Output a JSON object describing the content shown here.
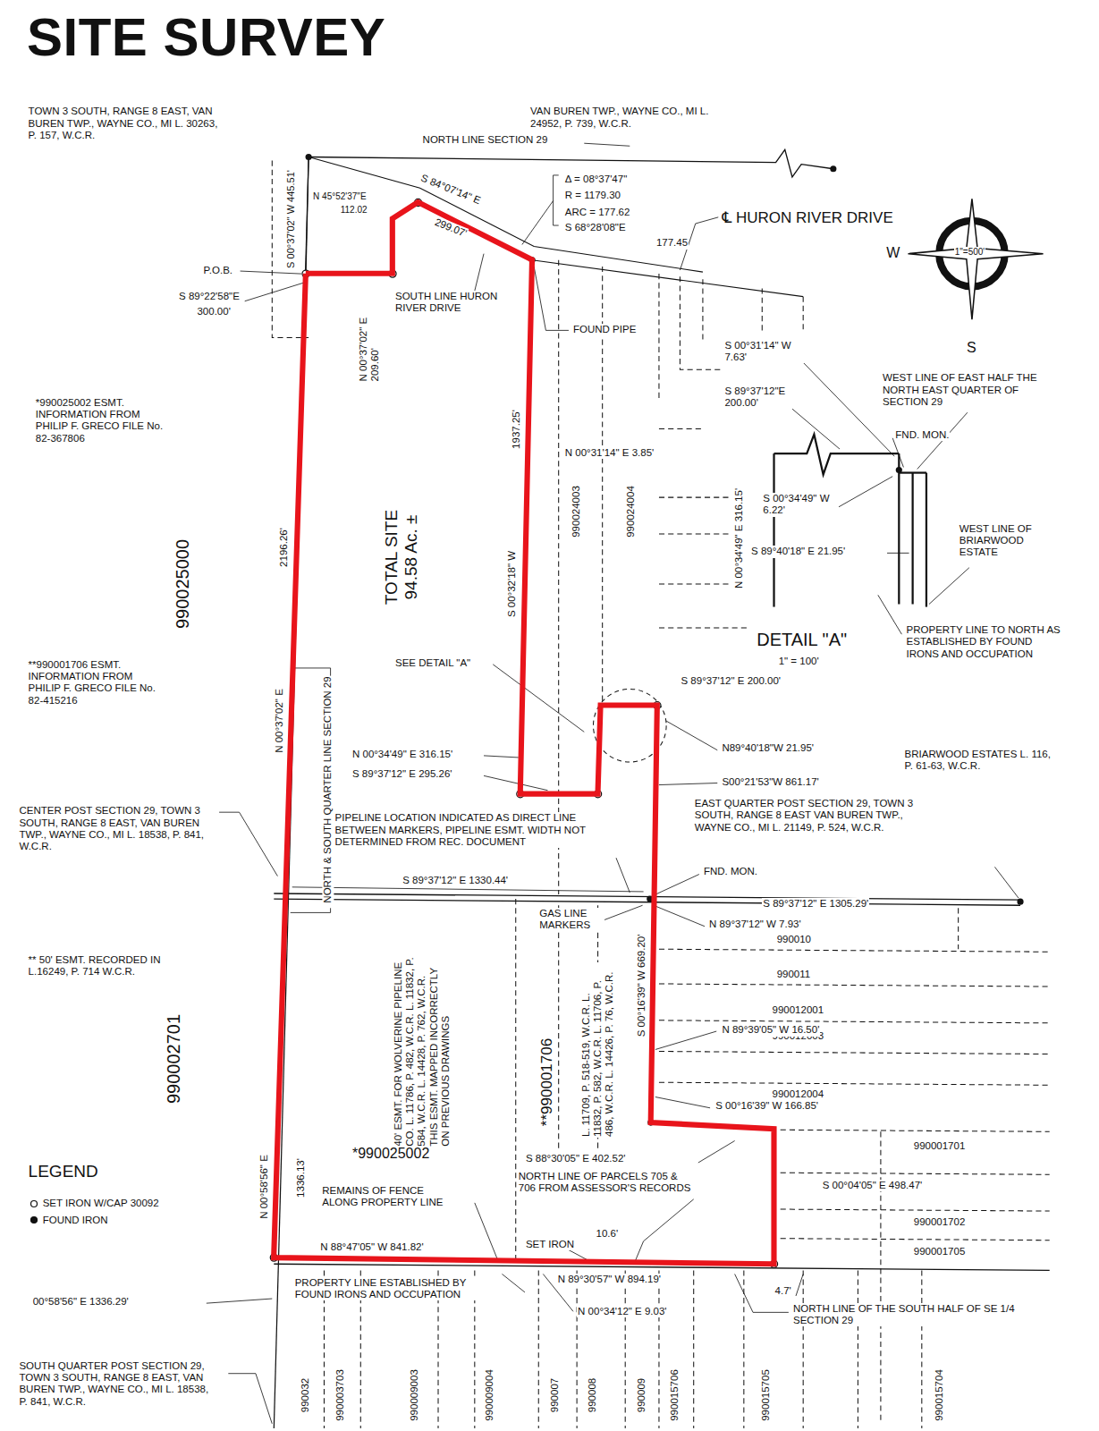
{
  "diagram": {
    "title": "SITE SURVEY",
    "nodes": [
      {
        "text": [
          "TOTAL SITE 94.58 Ac. ±"
        ]
      }
    ],
    "labels": [
      "TOWN 3 SOUTH, RANGE 8 EAST, VAN BUREN TWP., WAYNE CO., MI L. 30263, P. 157, W.C.R.",
      "VAN BUREN TWP., WAYNE CO., MI L. 24952, P. 739, W.C.R.",
      "NORTH LINE SECTION 29",
      "Δ = 08°37'47\"",
      "R = 1179.30",
      "ARC = 177.62",
      "S 68°28'08\"E",
      "177.45",
      "℄ HURON RIVER DRIVE",
      "W",
      "1\"=500'",
      "S",
      "S 00°37'02\" W 445.51'",
      "N 45°52'37\"E",
      "112.02",
      "S 84°07'14\" E",
      "299.07'",
      "P.O.B.",
      "S 89°22'58\"E",
      "300.00'",
      "N 00°37'02\" E 209.60'",
      "SOUTH LINE HURON RIVER DRIVE",
      "FOUND PIPE",
      "S 00°31'14\" W 7.63'",
      "S 89°37'12\"E 200.00'",
      "WEST LINE OF EAST HALF THE NORTH EAST QUARTER OF SECTION 29",
      "FND. MON.",
      "N 00°31'14\" E 3.85'",
      "*990025002 ESMT. INFORMATION FROM PHILIP F. GRECO FILE No. 82-367806",
      "1937.25'",
      "S 00°32'18\" W",
      "990024003",
      "990024004",
      "N 00°34'49\" E 316.15'",
      "S 00°34'49\" W 6.22'",
      "S 89°40'18\" E 21.95'",
      "WEST LINE OF BRIARWOOD ESTATE",
      "990025000",
      "2196.26'",
      "N 00°37'02\" E",
      "NORTH & SOUTH QUARTER LINE SECTION 29",
      "**990001706 ESMT. INFORMATION FROM PHILIP F. GRECO FILE No. 82-415216",
      "SEE DETAIL \"A\"",
      "DETAIL \"A\"",
      "1\" = 100'",
      "PROPERTY LINE TO NORTH AS ESTABLISHED BY FOUND IRONS AND OCCUPATION",
      "S 89°37'12\" E 200.00'",
      "N 00°34'49\" E 316.15'",
      "S 89°37'12\" E 295.26'",
      "N89°40'18\"W 21.95'",
      "BRIARWOOD ESTATES L. 116, P. 61-63, W.C.R.",
      "S00°21'53\"W 861.17'",
      "EAST QUARTER POST SECTION 29, TOWN 3 SOUTH, RANGE 8 EAST VAN BUREN TWP., WAYNE CO., MI L. 21149, P. 524, W.C.R.",
      "FND. MON.",
      "CENTER POST SECTION 29, TOWN 3 SOUTH, RANGE 8 EAST, VAN BUREN TWP., WAYNE CO., MI L. 18538, P. 841, W.C.R.",
      "PIPELINE LOCATION INDICATED AS DIRECT LINE BETWEEN MARKERS, PIPELINE ESMT. WIDTH NOT DETERMINED FROM REC. DOCUMENT",
      "S 89°37'12\" E 1330.44'",
      "GAS LINE MARKERS",
      "S 89°37'12\" E 1305.29'",
      "N 89°37'12\" W 7.93'",
      "990010",
      "990011",
      "990012001",
      "990012003",
      "990012004",
      "990001701",
      "990001702",
      "990001705",
      "** 50' ESMT. RECORDED IN L.16249, P. 714 W.C.R.",
      "990002701",
      "1336.13'",
      "N 00°58'56\" E",
      "40' ESMT. FOR WOLVERINE PIPELINE CO. L. 11786, P. 482, W.C.R. L. 11832, P. 584, W.C.R. L. 14428, P. 762, W.C.R. THIS ESMT. MAPPED INCORRECTLY ON PREVIOUS DRAWINGS",
      "*990025002",
      "**990001706",
      "L. 11709, P. 518-519, W.C.R. L. 11832, P. 582, W.C.R. L. 11706, P. 486, W.C.R. L. 14426, P. 76, W.C.R.",
      "S 00°16'39\" W 669.20'",
      "N 89°39'05\" W 16.50'",
      "S 00°16'39\" W 166.85'",
      "S 88°30'05\" E 402.52'",
      "NORTH LINE OF PARCELS 705 & 706 FROM ASSESSOR'S RECORDS",
      "S 00°04'05\" E 498.47'",
      "REMAINS OF FENCE ALONG PROPERTY LINE",
      "10.6'",
      "SET IRON",
      "N 88°47'05\" W 841.82'",
      "N 89°30'57\" W 894.19'",
      "PROPERTY LINE ESTABLISHED BY FOUND IRONS AND OCCUPATION",
      "N 00°34'12\" E 9.03'",
      "4.7'",
      "NORTH LINE OF THE SOUTH HALF OF SE 1/4 SECTION 29",
      "00°58'56\" E 1336.29'",
      "SOUTH QUARTER POST SECTION 29, TOWN 3 SOUTH, RANGE 8 EAST, VAN BUREN TWP., WAYNE CO., MI L. 18538, P. 841, W.C.R.",
      "990032",
      "990003703",
      "990009003",
      "990009004",
      "990007",
      "990008",
      "990009",
      "990015706",
      "990015705",
      "990015704",
      "LEGEND"
    ],
    "legend": [
      {
        "text": "SET IRON W/CAP 30092"
      },
      {
        "text": "FOUND IRON"
      }
    ]
  }
}
